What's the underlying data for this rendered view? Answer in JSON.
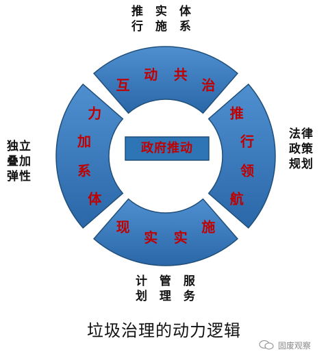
{
  "center": {
    "text": "政府推动"
  },
  "segments": [
    {
      "id": "top",
      "text": "互动共治"
    },
    {
      "id": "right",
      "text": "推行领航"
    },
    {
      "id": "bottom",
      "text": "现实实施"
    },
    {
      "id": "left",
      "text": "力加系体"
    }
  ],
  "outer_labels": {
    "top": [
      "推 实 体",
      "行 施 系"
    ],
    "right": [
      "法律",
      "政策",
      "规划"
    ],
    "left": [
      "独立",
      "叠加",
      "弹性"
    ],
    "bottom": [
      "计 管 服",
      "划 理 务"
    ]
  },
  "caption": "垃圾治理的动力逻辑",
  "watermark": "固废观察",
  "colors": {
    "segment_fill": "#2e75b6",
    "segment_stroke": "#1f4e79",
    "segment_text": "#c00000",
    "center_fill": "#2e75b6"
  }
}
